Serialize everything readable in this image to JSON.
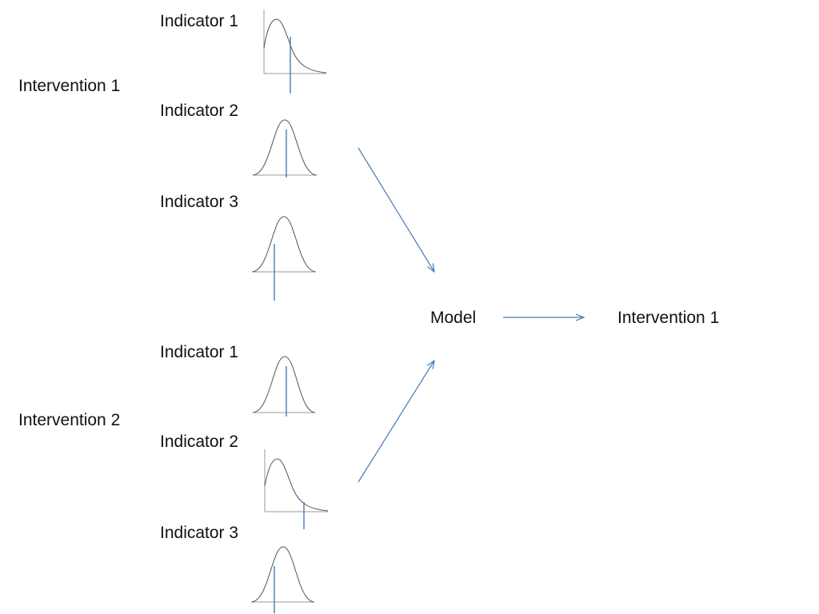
{
  "intervention_groups": [
    {
      "label": "Intervention 1",
      "indicators": [
        {
          "label": "Indicator 1",
          "distribution": "skewed"
        },
        {
          "label": "Indicator 2",
          "distribution": "normal"
        },
        {
          "label": "Indicator 3",
          "distribution": "normal"
        }
      ]
    },
    {
      "label": "Intervention 2",
      "indicators": [
        {
          "label": "Indicator 1",
          "distribution": "normal"
        },
        {
          "label": "Indicator 2",
          "distribution": "skewed"
        },
        {
          "label": "Indicator 3",
          "distribution": "normal"
        }
      ]
    }
  ],
  "model": {
    "label": "Model"
  },
  "output": {
    "label": "Intervention 1"
  },
  "colors": {
    "text": "#111111",
    "curve": "#555555",
    "axis": "#999999",
    "marker": "#4a7ab5",
    "arrow": "#4a7ab5"
  }
}
